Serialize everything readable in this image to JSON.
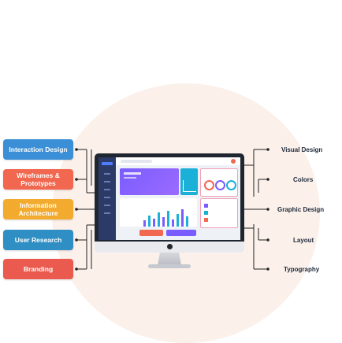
{
  "left_items": [
    {
      "label": "Interaction Design",
      "color": "#3a8fd6"
    },
    {
      "label": "Wireframes & Prototypes",
      "color": "#f2674f"
    },
    {
      "label": "Information Architecture",
      "color": "#f2ab2e"
    },
    {
      "label": "User Research",
      "color": "#2f8fc4"
    },
    {
      "label": "Branding",
      "color": "#ea5a4e"
    }
  ],
  "right_items": [
    {
      "label": "Visual Design"
    },
    {
      "label": "Colors"
    },
    {
      "label": "Graphic Design"
    },
    {
      "label": "Layout"
    },
    {
      "label": "Typography"
    }
  ],
  "colors": {
    "background_circle": "#fbf0ea",
    "connector": "#222222",
    "monitor_frame": "#1f2630"
  }
}
